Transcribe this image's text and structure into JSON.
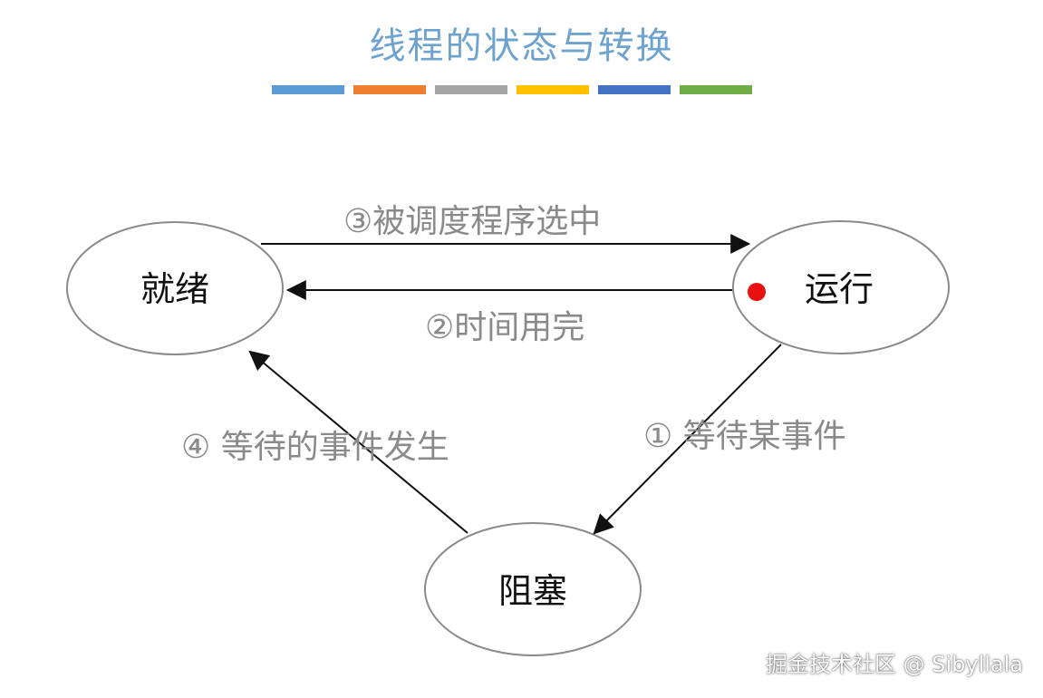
{
  "title": "线程的状态与转换",
  "color_bars": [
    "#5b9bd5",
    "#ed7d31",
    "#a5a5a5",
    "#ffc000",
    "#4472c4",
    "#70ad47"
  ],
  "states": {
    "ready": "就绪",
    "running": "运行",
    "blocked": "阻塞"
  },
  "transitions": {
    "scheduled": "③被调度程序选中",
    "time_up": "②时间用完",
    "wait_event": "① 等待某事件",
    "event_occurs": "④ 等待的事件发生"
  },
  "marker_color": "#e81010",
  "watermark": "掘金技术社区 @ Sibyllala"
}
